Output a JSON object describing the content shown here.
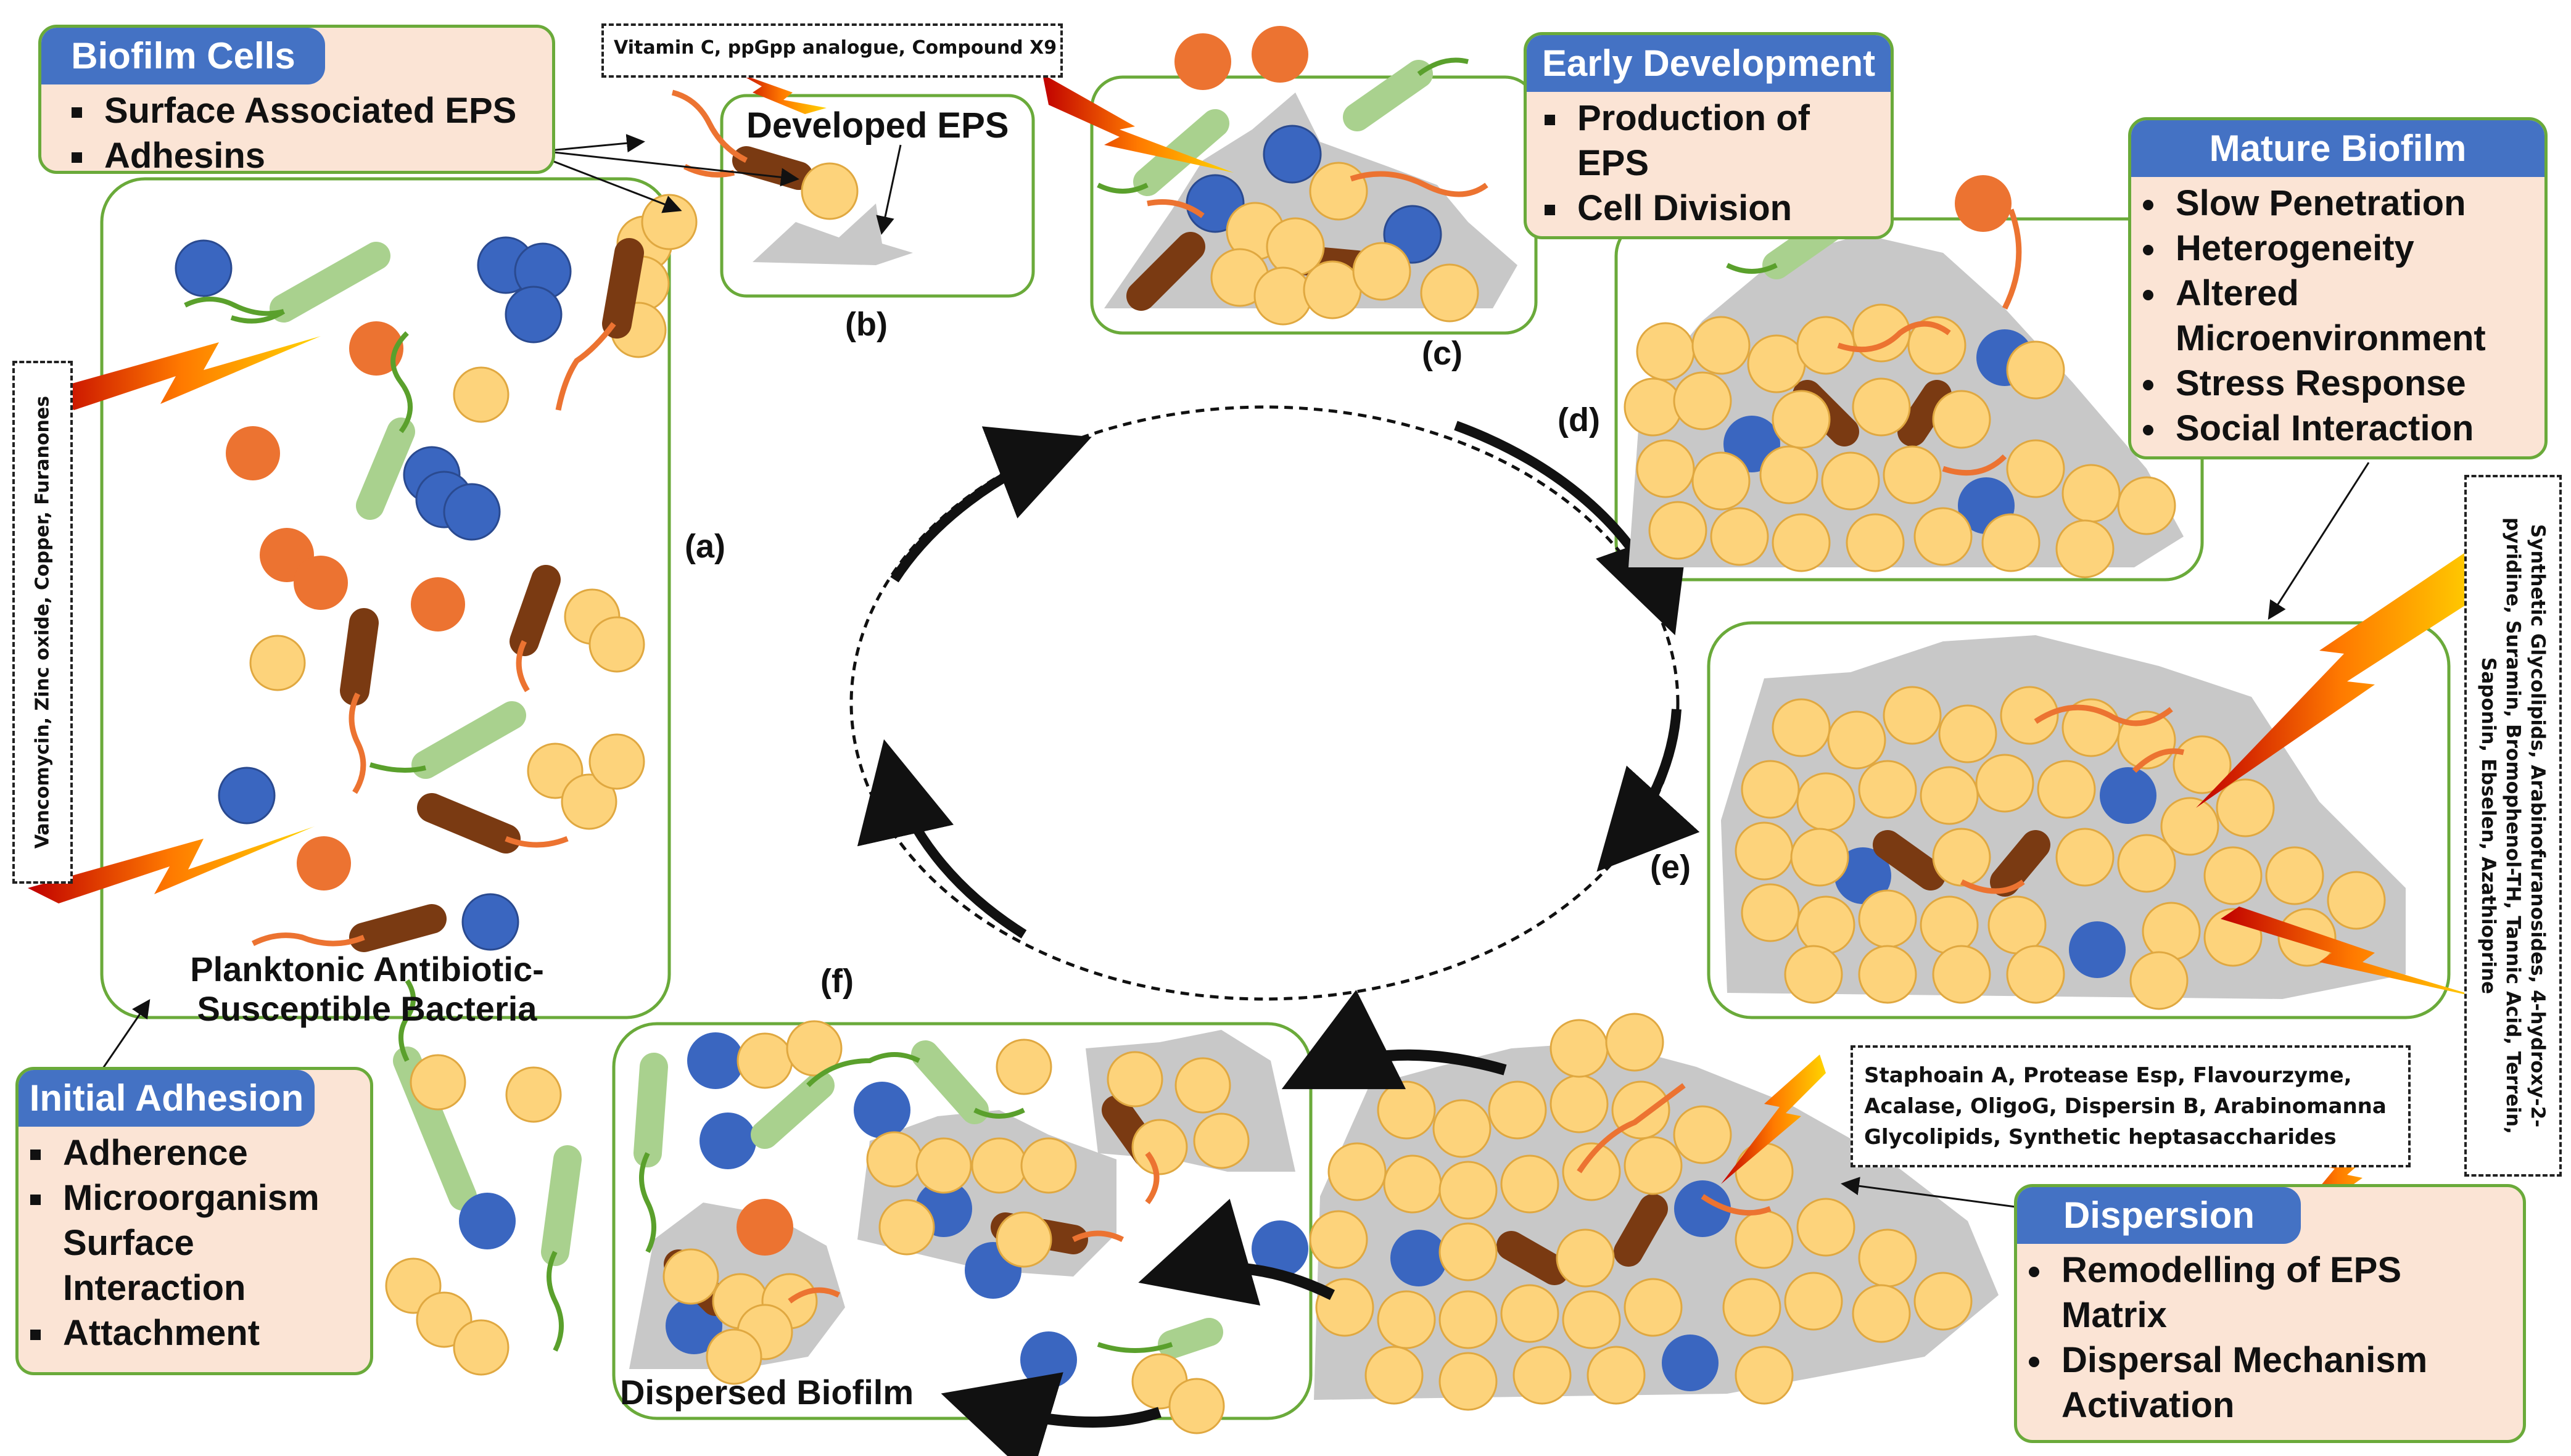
{
  "stages": {
    "a": "(a)",
    "b": "(b)",
    "c": "(c)",
    "d": "(d)",
    "e": "(e)",
    "f": "(f)"
  },
  "labels": {
    "developed_eps": "Developed EPS",
    "planktonic_line1": "Planktonic Antibiotic-",
    "planktonic_line2": "Susceptible Bacteria",
    "dispersed_biofilm": "Dispersed Biofilm"
  },
  "callouts": {
    "biofilm_cells": {
      "title": "Biofilm Cells",
      "items": [
        "Surface Associated EPS",
        "Adhesins"
      ]
    },
    "early_development": {
      "title": "Early Development",
      "items": [
        "Production of EPS",
        "Cell Division"
      ]
    },
    "mature_biofilm": {
      "title": "Mature Biofilm",
      "items": [
        "Slow Penetration",
        "Heterogeneity",
        "Altered Microenvironment",
        "Stress Response",
        "Social Interaction"
      ]
    },
    "initial_adhesion": {
      "title": "Initial Adhesion",
      "items": [
        "Adherence",
        "Microorganism Surface Interaction",
        "Attachment"
      ]
    },
    "dispersion": {
      "title": "Dispersion",
      "items": [
        "Remodelling of EPS Matrix",
        "Dispersal Mechanism Activation"
      ]
    }
  },
  "inhibitors": {
    "adhesion": "Vancomycin, Zinc oxide, Copper, Furanones",
    "eps": "Vitamin C, ppGpp analogue, Compound X9",
    "mature": "Synthetic Glycolipids, Arabinofuranosides, 4-hydroxy-2-pyridine, Suramin, Bromophenol-TH, Tannic Acid, Terrein, Saponin, Ebselen, Azathioprine",
    "dispersal_line1": "Staphoain A, Protease Esp, Flavourzyme,",
    "dispersal_line2": "Acalase, OligoG, Dispersin B, Arabinomanna",
    "dispersal_line3": "Glycolipids, Synthetic heptasaccharides"
  },
  "colors": {
    "panel_border": "#6aaa3a",
    "callout_header": "#4472c4",
    "callout_body": "#fbe4d5",
    "eps_matrix": "#c8c8c8",
    "cocci": "#fdd37b",
    "blue_cell": "#3a66c0",
    "orange_cell": "#ec7331",
    "brown_rod": "#7a3a12",
    "green_rod": "#a9d18e",
    "flagella_green": "#5aa02c",
    "flagella_orange": "#ec7331"
  }
}
